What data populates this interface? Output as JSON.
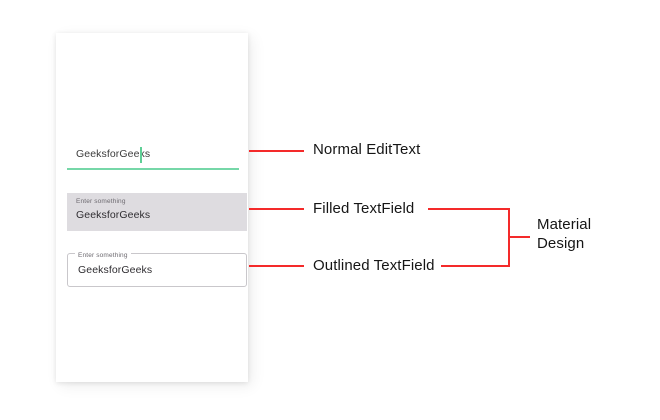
{
  "card": {
    "name": "android-form-card"
  },
  "fields": {
    "normal_edittext": {
      "value": "GeeksforGeeks",
      "placeholder": "GeeksforGeeks",
      "underline_color": "#76d7a8",
      "caret_color": "#5fcf96"
    },
    "filled_textfield": {
      "label": "Enter something",
      "value": "GeeksforGeeks",
      "placeholder": "Enter something",
      "background_color": "#dedce0"
    },
    "outlined_textfield": {
      "label": "Enter something",
      "value": "GeeksforGeeks",
      "placeholder": "Enter something",
      "border_color": "#c9c7cb"
    }
  },
  "annotations": {
    "normal": "Normal EditText",
    "filled": "Filled TextField",
    "outlined": "Outlined TextField",
    "material": "Material Design",
    "leader_color": "#f42a2a",
    "text_color": "#161616"
  }
}
